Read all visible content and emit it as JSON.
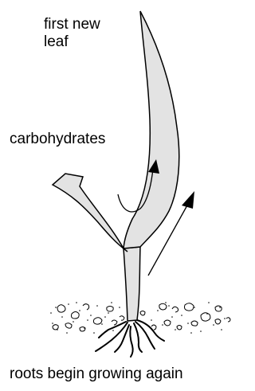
{
  "labels": {
    "first_new_leaf": "first new\nleaf",
    "carbohydrates": "carbohydrates",
    "roots": "roots begin growing again"
  },
  "colors": {
    "leaf_fill": "#e3e3e3",
    "outline": "#000000",
    "background": "#ffffff"
  }
}
